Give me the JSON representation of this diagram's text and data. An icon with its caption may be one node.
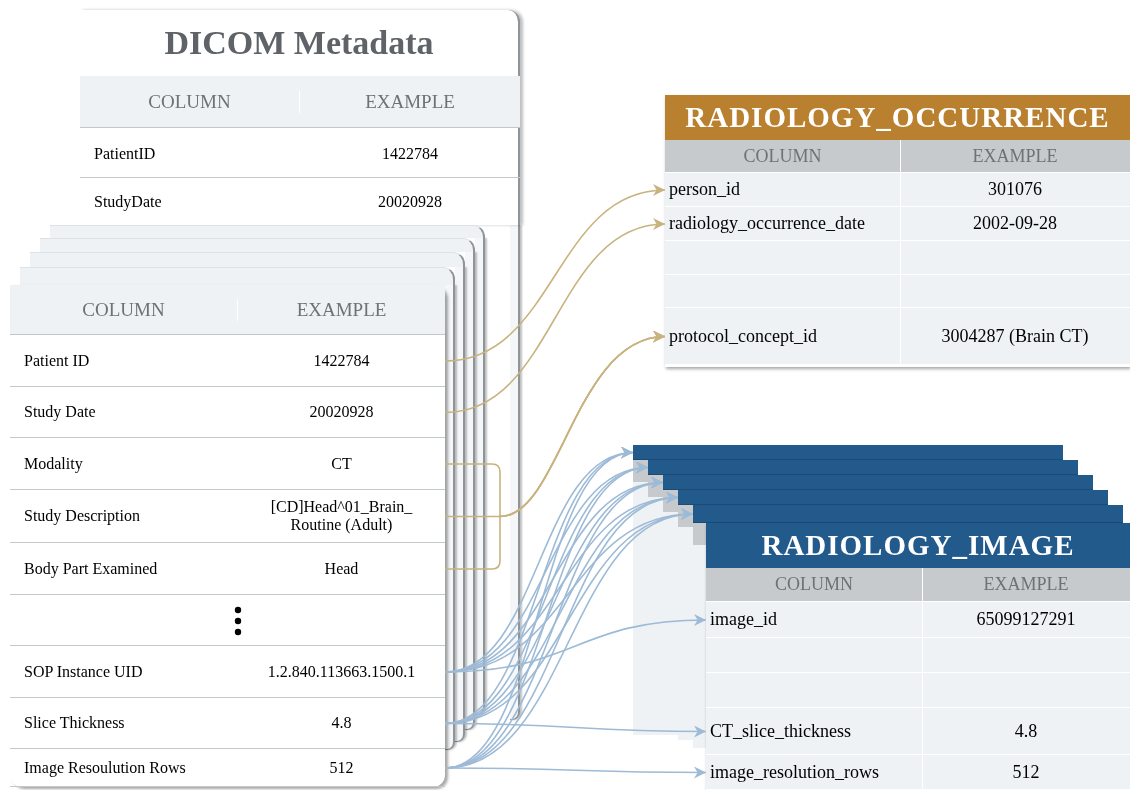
{
  "diagram": {
    "nodes": [
      {
        "text": [
          "DICOM Metadata"
        ]
      },
      {
        "text": [
          "COLUMN",
          "EXAMPLE"
        ],
        "in": 0
      },
      {
        "text": [
          "PatientID",
          "1422784"
        ],
        "in": 0
      },
      {
        "text": [
          "StudyDate",
          "20020928"
        ],
        "in": 0
      },
      {
        "text": [],
        "shape": "box"
      },
      {
        "text": [],
        "shape": "box"
      },
      {
        "text": [],
        "shape": "box"
      },
      {
        "text": [],
        "shape": "box"
      },
      {
        "text": [],
        "shape": "box"
      },
      {
        "text": [
          "COLUMN",
          "EXAMPLE"
        ],
        "in": 8
      },
      {
        "text": [
          "Patient ID",
          "1422784"
        ],
        "in": 8
      },
      {
        "text": [
          "Study Date",
          "20020928"
        ],
        "in": 8
      },
      {
        "text": [
          "Modality",
          "CT"
        ],
        "in": 8
      },
      {
        "text": [
          "Study Description",
          "[CD]Head^01_Brain_ Routine (Adult)"
        ],
        "in": 8
      },
      {
        "text": [
          "Body Part Examined",
          "Head"
        ],
        "in": 8
      },
      {
        "text": [],
        "shape": "box",
        "in": 8
      },
      {
        "text": [
          "SOP Instance UID",
          "1.2.840.113663.1500.1"
        ],
        "in": 8
      },
      {
        "text": [
          "Slice Thickness",
          "4.8"
        ],
        "in": 8
      },
      {
        "text": [
          "Image Resoulution Rows",
          "512"
        ],
        "in": 8
      },
      {
        "text": [
          "RADIOLOGY_OCCURRENCE"
        ]
      },
      {
        "text": [
          "COLUMN",
          "EXAMPLE"
        ],
        "in": 19
      },
      {
        "text": [
          "person_id",
          "301076"
        ],
        "in": 19
      },
      {
        "text": [
          "radiology_occurrence_date",
          "2002-09-28"
        ],
        "in": 19
      },
      {
        "text": [],
        "shape": "box",
        "in": 19
      },
      {
        "text": [],
        "shape": "box",
        "in": 19
      },
      {
        "text": [
          "protocol_concept_id",
          "3004287 (Brain CT)"
        ],
        "in": 19
      },
      {
        "text": [],
        "shape": "box"
      },
      {
        "text": [],
        "shape": "box"
      },
      {
        "text": [],
        "shape": "box"
      },
      {
        "text": [],
        "shape": "box"
      },
      {
        "text": [],
        "shape": "box"
      },
      {
        "text": [
          "RADIOLOGY_IMAGE"
        ]
      },
      {
        "text": [
          "COLUMN",
          "EXAMPLE"
        ],
        "in": 31
      },
      {
        "text": [
          "image_id",
          "65099127291"
        ],
        "in": 31
      },
      {
        "text": [],
        "shape": "box",
        "in": 31
      },
      {
        "text": [],
        "shape": "box",
        "in": 31
      },
      {
        "text": [
          "CT_slice_thickness",
          "4.8"
        ],
        "in": 31
      },
      {
        "text": [
          "image_resolution_rows",
          "512"
        ],
        "in": 31
      }
    ],
    "edges": [
      {
        "from": 10,
        "to": 21,
        "arrow": "to",
        "color": "#c8b27e"
      },
      {
        "from": 11,
        "to": 22,
        "arrow": "to",
        "color": "#c8b27e"
      },
      {
        "from": 12,
        "to": 25,
        "arrow": "to",
        "color": "#c8b27e"
      },
      {
        "from": 13,
        "to": 25,
        "arrow": "to",
        "color": "#c8b27e"
      },
      {
        "from": 14,
        "to": 25,
        "arrow": "to",
        "color": "#c8b27e"
      },
      {
        "from": 16,
        "to": 26,
        "arrow": "to"
      },
      {
        "from": 16,
        "to": 27,
        "arrow": "to"
      },
      {
        "from": 16,
        "to": 28,
        "arrow": "to"
      },
      {
        "from": 16,
        "to": 29,
        "arrow": "to"
      },
      {
        "from": 16,
        "to": 30,
        "arrow": "to"
      },
      {
        "from": 16,
        "to": 33,
        "arrow": "to"
      },
      {
        "from": 17,
        "to": 26,
        "arrow": "to"
      },
      {
        "from": 17,
        "to": 27,
        "arrow": "to"
      },
      {
        "from": 17,
        "to": 28,
        "arrow": "to"
      },
      {
        "from": 17,
        "to": 29,
        "arrow": "to"
      },
      {
        "from": 17,
        "to": 30,
        "arrow": "to"
      },
      {
        "from": 17,
        "to": 36,
        "arrow": "to"
      },
      {
        "from": 18,
        "to": 26,
        "arrow": "to"
      },
      {
        "from": 18,
        "to": 27,
        "arrow": "to"
      },
      {
        "from": 18,
        "to": 28,
        "arrow": "to"
      },
      {
        "from": 18,
        "to": 29,
        "arrow": "to"
      },
      {
        "from": 18,
        "to": 30,
        "arrow": "to"
      },
      {
        "from": 18,
        "to": 37,
        "arrow": "to"
      }
    ]
  }
}
